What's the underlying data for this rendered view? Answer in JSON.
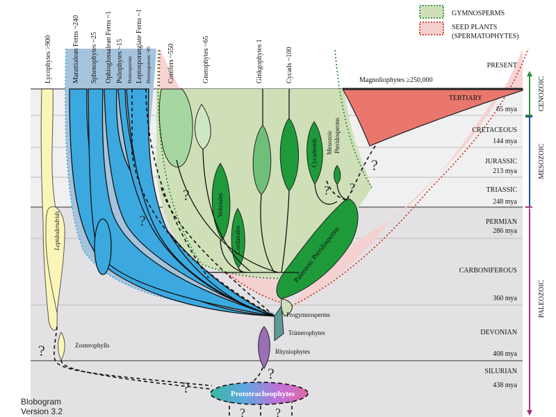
{
  "legend": {
    "gymnosperms": "GYMNOSPERMS",
    "seed_line1": "SEED PLANTS",
    "seed_line2": "(SPERMATOPHYTES)"
  },
  "periods": {
    "present": "PRESENT",
    "tertiary": "TERTIARY",
    "tertiary_mya": "65 mya",
    "cretaceous": "CRETACEOUS",
    "cretaceous_mya": "144 mya",
    "jurassic": "JURASSIC",
    "jurassic_mya": "213 mya",
    "triassic": "TRIASSIC",
    "triassic_mya": "248 mya",
    "permian": "PERMIAN",
    "permian_mya": "286 mya",
    "carboniferous": "CARBONIFEROUS",
    "carboniferous_mya": "360 mya",
    "devonian": "DEVONIAN",
    "devonian_mya": "408 mya",
    "silurian": "SILURIAN",
    "silurian_mya": "438 mya"
  },
  "eras": {
    "cenozoic": "CENOZOIC",
    "mesozoic": "MESOZOIC",
    "paleozoic": "PALEOZOIC"
  },
  "taxa_top": {
    "lycophytes": "Lycophytes >900",
    "marattialean": "Marattialean Ferns ~240",
    "sphenophytes": "Sphenophytes ~25",
    "ophioglossalean": "Ophioglossalean Ferns ~1",
    "psilophytes": "Psilophytes ~15",
    "homosporous": "Homosporous",
    "leptosporangiate": "Leptosporangiate Ferns ~1",
    "heterosporous": "Heterosporous ~85",
    "conifers": "Conifers ~550",
    "gnetophytes": "Gnetophytes ~65",
    "ginkgophytes": "Ginkgophytes 1",
    "cycads": "Cycads ~100",
    "magnoliophytes": "Magnoliophytes ≥250,000"
  },
  "taxa_inner": {
    "lepidodendrids": "Lepidodendrids",
    "voltziales": "Voltziales",
    "cordaitales": "Cordaitales",
    "cycadeoids": "Cycadeoids",
    "mesozoic_pterido_1": "Mesozoic",
    "mesozoic_pterido_2": "Pteridosperms",
    "paleozoic_pterido": "Paleozoic Pteridosperms",
    "progymnosperms": "Progymnosperms",
    "trimerophytes": "Trimerophytes",
    "rhyniophytes": "Rhyniophytes",
    "zosterophylls": "Zosterophylls",
    "prototracheophytes": "Prototracheophytes"
  },
  "uncertain_mark": "?",
  "version": {
    "line1": "Blobogram",
    "line2": "Version 3.2"
  },
  "colors": {
    "gymnosperm_fill": "#cfe0b8",
    "gymnosperm_border": "#2e8b3a",
    "seed_fill": "#f6cfcf",
    "seed_border": "#cc3322",
    "angiosperm": "#e9776d",
    "fern_blue": "#3ba9e0",
    "fern_pale": "#a6c3dc",
    "lycophyte": "#fbf6b8",
    "dark_green": "#1e9a3a",
    "mid_green": "#6fbf7a",
    "light_green": "#a6d6a2",
    "purple": "#9a6fb4",
    "teal": "#5f9b96",
    "era_magenta": "#a3307f",
    "era_green": "#2e8b3a"
  }
}
